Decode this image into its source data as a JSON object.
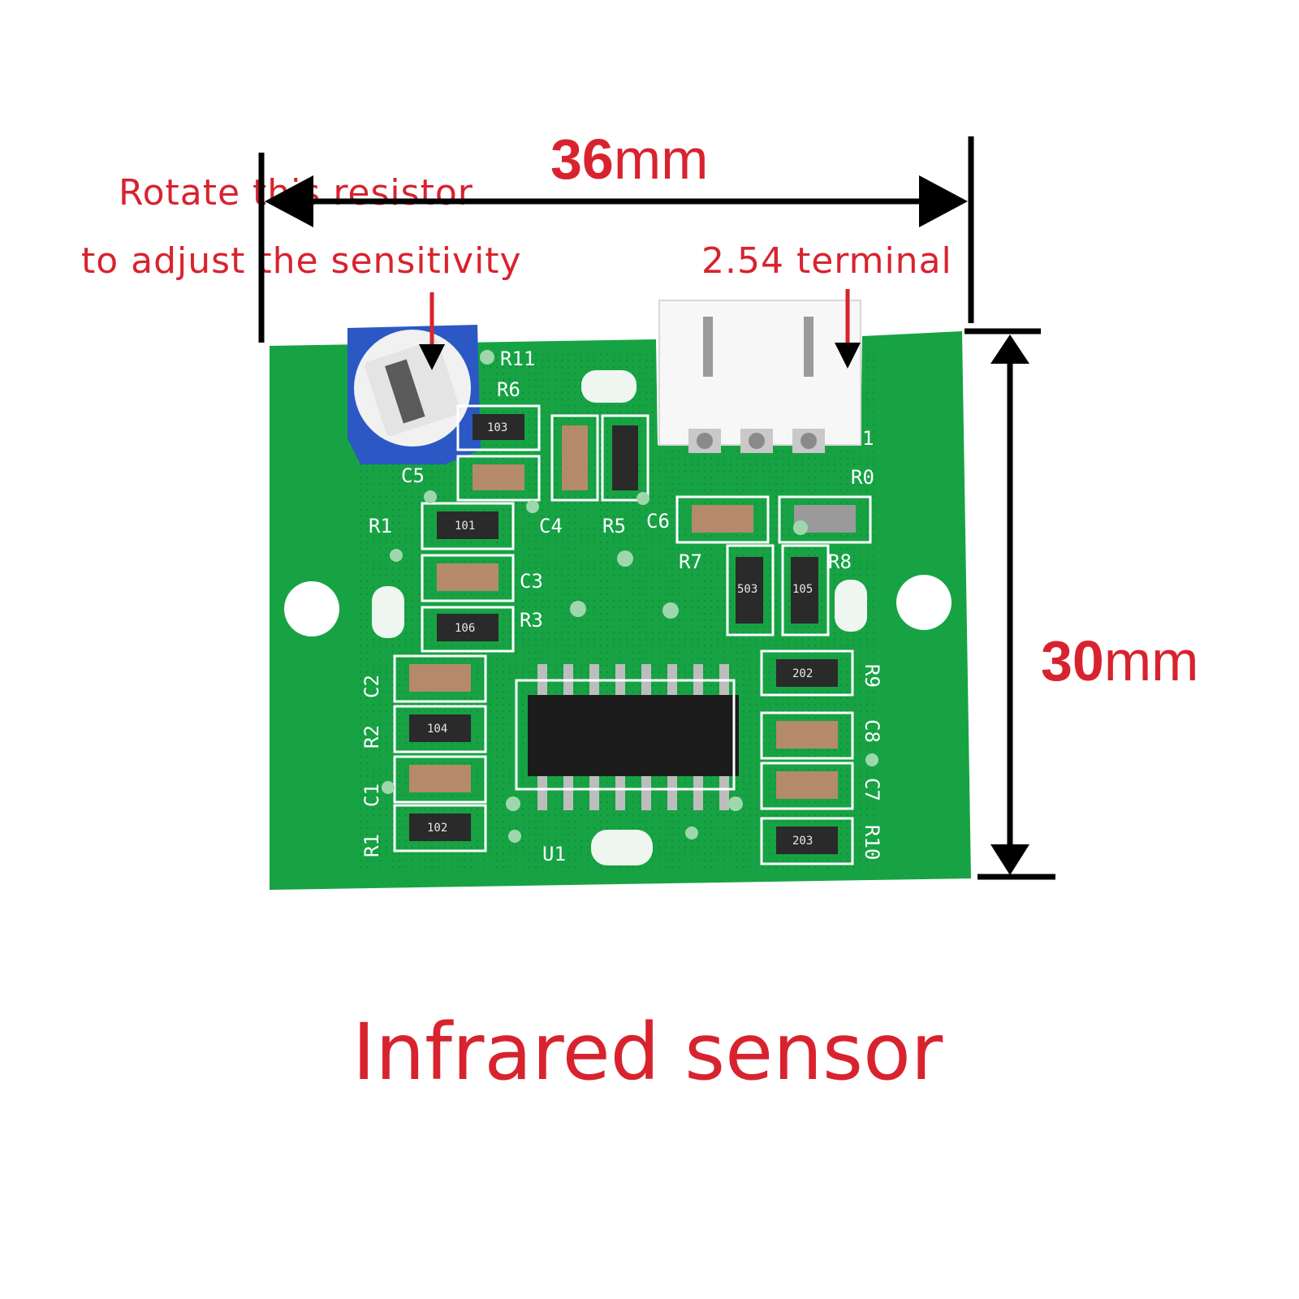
{
  "annotations": {
    "resistor_line1": "Rotate this resistor",
    "resistor_line2": "to adjust the sensitivity",
    "terminal": "2.54 terminal"
  },
  "dimensions": {
    "width_value": "36",
    "width_unit": "mm",
    "height_value": "30",
    "height_unit": "mm"
  },
  "caption": "Infrared sensor",
  "silkscreen": {
    "r11": "R11",
    "r6": "R6",
    "c5": "C5",
    "r1_top": "R1",
    "c4": "C4",
    "r5": "R5",
    "c6": "C6",
    "r0": "R0",
    "r7": "R7",
    "r8": "R8",
    "c3": "C3",
    "r3": "R3",
    "r9": "R9",
    "c2": "C2",
    "r2": "R2",
    "c8": "C8",
    "c1": "C1",
    "c7": "C7",
    "r1_bottom": "R1",
    "u1": "U1",
    "r10": "R10",
    "pin1": "1",
    "code_202": "202",
    "code_203": "203",
    "code_102": "102",
    "code_103": "103",
    "code_104": "104",
    "code_106": "106",
    "code_101": "101",
    "code_503": "503",
    "code_105": "105"
  },
  "colors": {
    "annotation_red": "#d8232f",
    "board_green": "#17a344",
    "pot_blue": "#2b58c4"
  }
}
